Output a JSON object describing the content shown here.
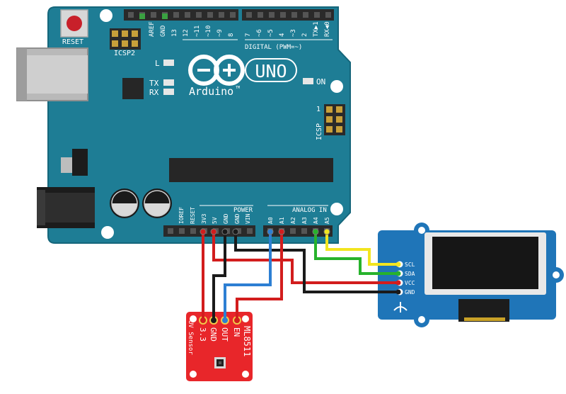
{
  "arduino": {
    "reset_label": "RESET",
    "icsp2_label": "ICSP2",
    "icsp_label": "ICSP",
    "icsp_pin1": "1",
    "digital_label": "DIGITAL (PWM=~)",
    "digital_pins": [
      "AREF",
      "GND",
      "13",
      "12",
      "~11",
      "~10",
      "~9",
      "8",
      "7",
      "~6",
      "~5",
      "4",
      "~3",
      "2",
      "TX▶1",
      "RX◀0"
    ],
    "led_l": "L",
    "led_tx": "TX",
    "led_rx": "RX",
    "led_on": "ON",
    "brand": "Arduino",
    "tm": "TM",
    "model": "UNO",
    "power_label": "POWER",
    "power_pins": [
      "IOREF",
      "RESET",
      "3V3",
      "5V",
      "GND",
      "GND",
      "VIN"
    ],
    "analog_label": "ANALOG IN",
    "analog_pins": [
      "A0",
      "A1",
      "A2",
      "A3",
      "A4",
      "A5"
    ]
  },
  "oled": {
    "pins": [
      "SCL",
      "SDA",
      "VCC",
      "GND"
    ]
  },
  "uv_sensor": {
    "side_label": "UV Sensor",
    "chip_label": "ML8511",
    "pins": [
      "3.3",
      "GND",
      "OUT",
      "EN"
    ]
  },
  "colors": {
    "board": "#1e7d95",
    "board_edge": "#15667b",
    "header": "#2a2a2a",
    "oled_board": "#1f75b8",
    "uv_board": "#e8262a",
    "wire_red": "#d21d1d",
    "wire_black": "#1a1a1a",
    "wire_blue": "#2d7fd3",
    "wire_yellow": "#f2e51f",
    "wire_green": "#27b22c"
  }
}
